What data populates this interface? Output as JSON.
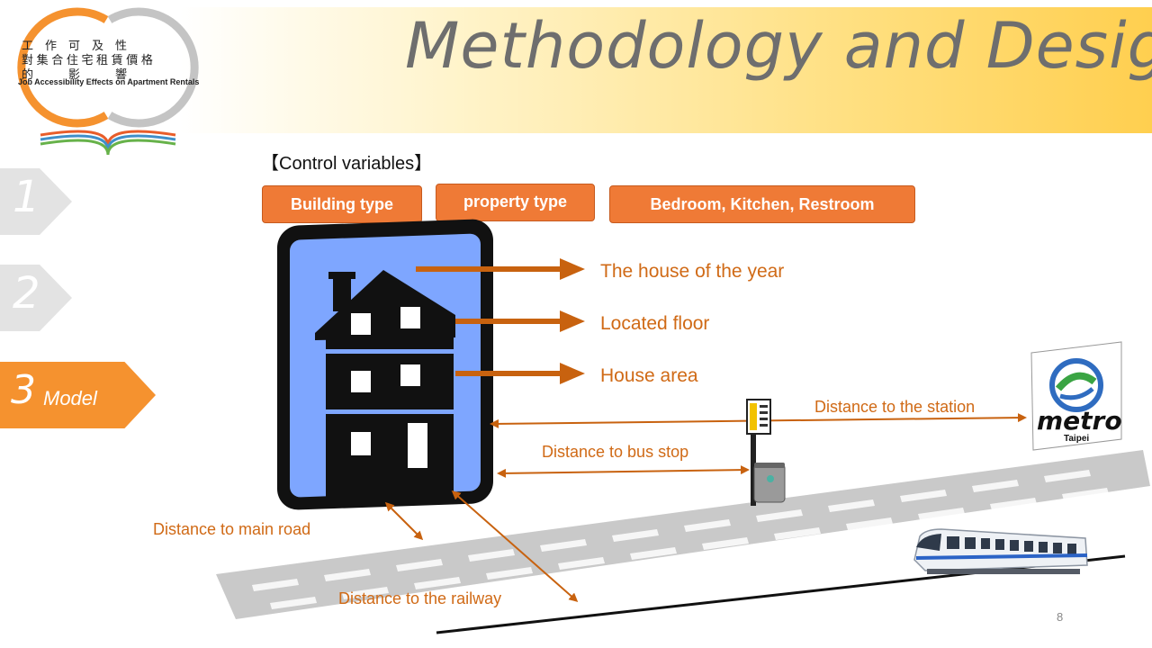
{
  "title": "Methodology and Design",
  "logo": {
    "line1": "工　作　可　及　性",
    "line2": "對 集 合 住 宅 租 賃 價 格",
    "line3": "的　　　影　　　響",
    "english": "Job Accessibility Effects on Apartment Rentals"
  },
  "nav": {
    "step1": "1",
    "step2": "2",
    "step3_num": "3",
    "step3_label": "Model"
  },
  "control_variables_label": "【Control variables】",
  "control_variables": [
    "Building type",
    "property type",
    "Bedroom, Kitchen, Restroom"
  ],
  "house_attributes": [
    "The house of the year",
    "Located floor",
    "House area"
  ],
  "distances": {
    "station": "Distance to the station",
    "bus_stop": "Distance to bus stop",
    "main_road": "Distance to main road",
    "railway": "Distance to the railway"
  },
  "metro_logo": {
    "word": "metro",
    "city": "Taipei"
  },
  "page_number": "8",
  "colors": {
    "accent": "#ef7a36",
    "arrow": "#c8620f",
    "label": "#d06a16",
    "building_bg": "#7ea6ff"
  },
  "icons": [
    "building-icon",
    "bus-stop-icon",
    "train-icon",
    "metro-logo-icon"
  ]
}
